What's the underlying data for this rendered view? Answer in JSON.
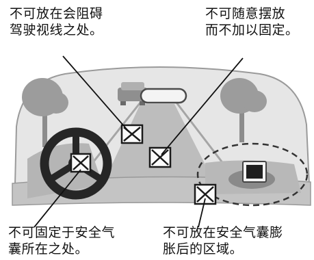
{
  "notes": {
    "top_left": {
      "line1": "不可放在会阻碍",
      "line2": "驾驶视线之处。"
    },
    "top_right": {
      "line1": "不可随意摆放",
      "line2": "而不加以固定。"
    },
    "bottom_left": {
      "line1": "不可固定于安全气",
      "line2": "囊所在之处。"
    },
    "bottom_right": {
      "line1": "不可放在安全气囊膨",
      "line2": "胀后的区域。"
    }
  },
  "colors": {
    "windshield_fill": "#e4e4e4",
    "dashboard_fill": "#c6c6c6",
    "road": "#a9a9a9",
    "tree": "#8a8a8a",
    "steering_wheel": "#262626",
    "prohibited_marker": "#1a1a1a"
  },
  "icons": [
    "prohibited-device-icon",
    "gps-device-icon",
    "rearview-mirror-icon",
    "steering-wheel-icon",
    "tree-icon",
    "car-icon"
  ]
}
